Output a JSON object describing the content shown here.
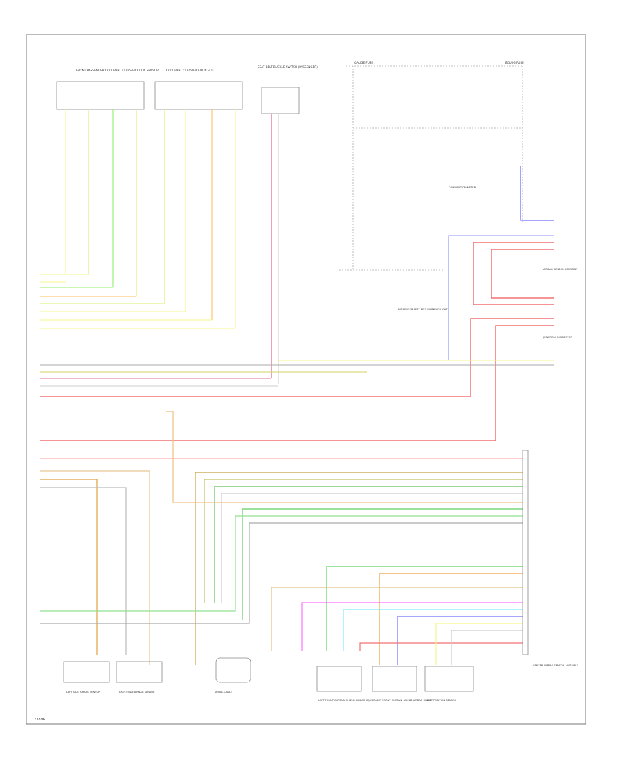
{
  "diagram": {
    "footer_code": "173396",
    "components": {
      "front_passenger_occupant_sensor": "FRONT PASSENGER OCCUPANT CLASSIFICATION SENSOR",
      "occupant_classification_ecu": "OCCUPANT CLASSIFICATION ECU",
      "seat_belt_buckle_switch": "SEAT BELT BUCKLE SWITCH (PASSENGER)",
      "gauge_fuse": "GAUGE FUSE",
      "ecu_ig_fuse": "ECU-IG FUSE",
      "passenger_seat_belt_warning": "PASSENGER SEAT BELT WARNING LIGHT",
      "combination_meter": "COMBINATION METER",
      "airbag_sensor_assembly": "AIRBAG SENSOR ASSEMBLY",
      "junction_connector": "JUNCTION CONNECTOR",
      "center_airbag_sensor": "CENTER AIRBAG SENSOR ASSEMBLY",
      "left_side_airbag_sensor": "LEFT SIDE AIRBAG SENSOR",
      "right_side_airbag_sensor": "RIGHT SIDE AIRBAG SENSOR",
      "spiral_cable": "SPIRAL CABLE",
      "front_left_curtain": "LEFT FRONT CURTAIN SHIELD AIRBAG SQUIB",
      "front_right_curtain": "RIGHT FRONT CURTAIN SHIELD AIRBAG SQUIB",
      "seat_position_sensor": "SEAT POSITION SENSOR"
    }
  }
}
